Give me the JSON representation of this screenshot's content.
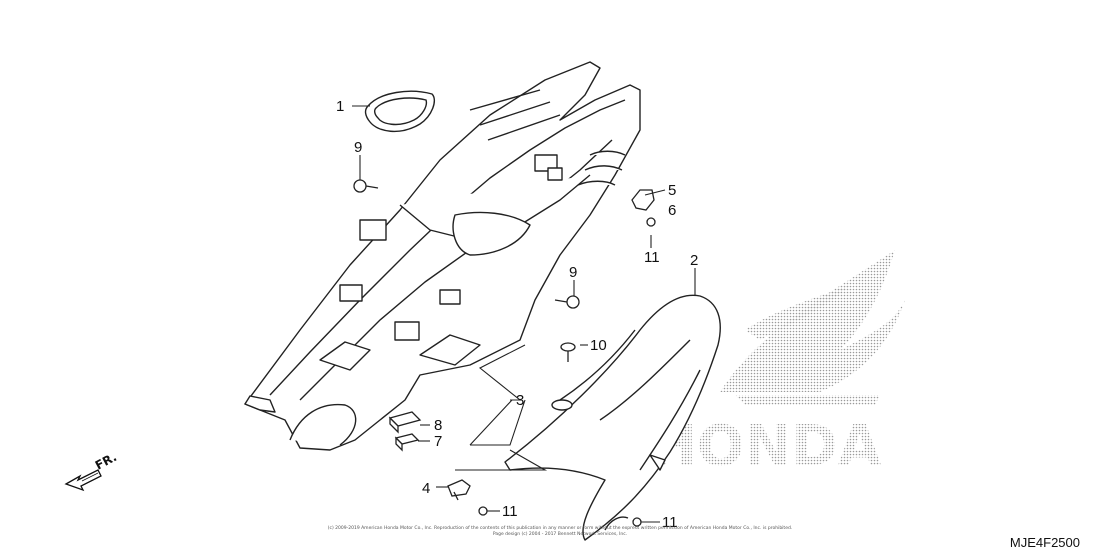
{
  "callouts": {
    "c1": "1",
    "c2": "2",
    "c3": "3",
    "c4": "4",
    "c5": "5",
    "c6": "6",
    "c7": "7",
    "c8": "8",
    "c9a": "9",
    "c9b": "9",
    "c10": "10",
    "c11a": "11",
    "c11b": "11",
    "c11c": "11"
  },
  "direction_label": "FR.",
  "part_code": "MJE4F2500",
  "copyright": {
    "line1": "(c) 2009-2019 American Honda Motor Co., Inc. Reproduction of the contents of this publication in any manner or form without the express written permission of American Honda Motor Co., Inc. is prohibited.",
    "line2": "Page design (c) 2004 - 2017 Bennett Network Services, Inc."
  },
  "watermark": {
    "text": "HONDA",
    "color": "#bbbbbb"
  }
}
